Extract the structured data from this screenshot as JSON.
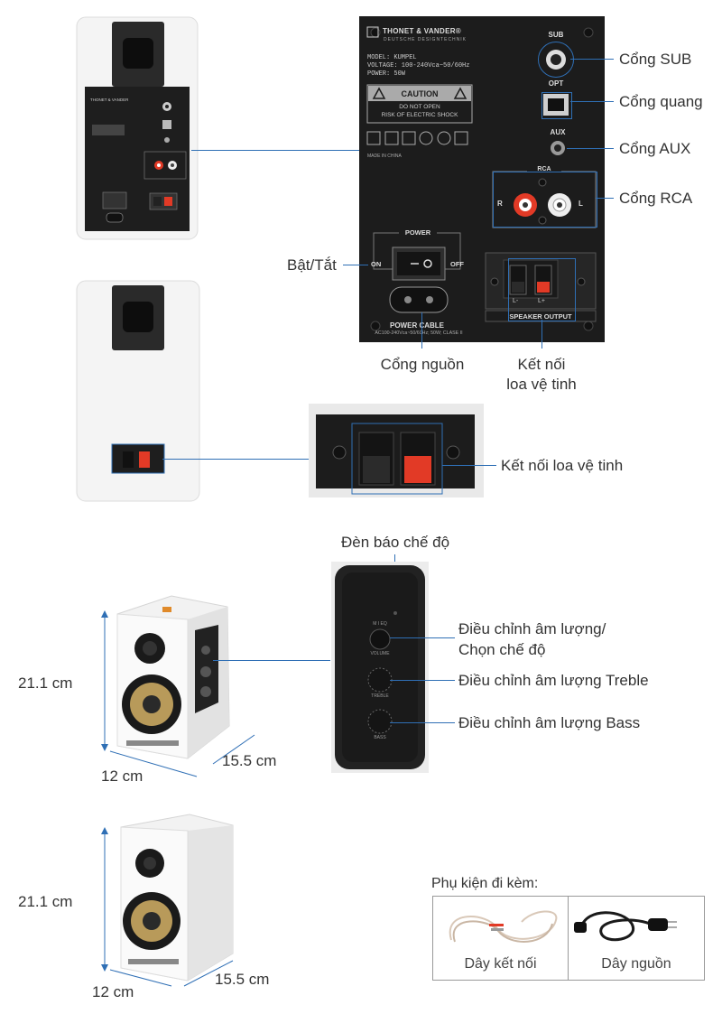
{
  "colors": {
    "accent_line": "#2f6fb5",
    "panel": "#1c1c1c",
    "speaker_white": "#f4f4f4",
    "red": "#e23a26"
  },
  "back_panel": {
    "brand": "THONET & VANDER®",
    "tagline": "DEUTSCHE DESIGNTECHNIK",
    "model": "MODEL: KUMPEL",
    "voltage": "VOLTAGE: 100-240Vca~50/60Hz",
    "power": "POWER: 50W",
    "caution": "CAUTION",
    "warning_1": "DO NOT OPEN",
    "warning_2": "RISK OF ELECTRIC SHOCK",
    "made_in": "MADE IN CHINA",
    "sub": "SUB",
    "opt": "OPT",
    "aux": "AUX",
    "rca": "RCA",
    "rca_r": "R",
    "rca_l": "L",
    "power_title": "POWER",
    "on": "ON",
    "off": "OFF",
    "power_cable": "POWER CABLE",
    "power_cable_spec": "AC100-240Vca~50/60Hz; 50W; CLASE II",
    "speaker_output": "SPEAKER OUTPUT",
    "l_minus": "L-",
    "l_plus": "L+"
  },
  "labels": {
    "sub_port": "Cổng SUB",
    "optical_port": "Cổng quang",
    "aux_port": "Cổng AUX",
    "rca_port": "Cổng RCA",
    "power_switch": "Bật/Tắt",
    "power_port": "Cổng nguồn",
    "satellite_1": "Kết nối",
    "satellite_2": "loa vệ tinh",
    "satellite_full": "Kết nối loa vệ tinh",
    "mode_led": "Đèn báo chế độ",
    "volume_1": "Điều chỉnh âm lượng/",
    "volume_2": "Chọn chế độ",
    "treble": "Điều chỉnh âm lượng Treble",
    "bass": "Điều chỉnh âm lượng Bass"
  },
  "side_panel": {
    "mieq": "M I EQ",
    "volume": "VOLUME",
    "treble": "TREBLE",
    "bass": "BASS"
  },
  "dimensions": {
    "height_1": "21.1 cm",
    "width_1": "12 cm",
    "depth_1": "15.5 cm",
    "height_2": "21.1 cm",
    "width_2": "12 cm",
    "depth_2": "15.5 cm"
  },
  "accessories": {
    "title": "Phụ kiện đi kèm:",
    "items": [
      {
        "label": "Dây kết nối"
      },
      {
        "label": "Dây nguồn"
      }
    ]
  }
}
